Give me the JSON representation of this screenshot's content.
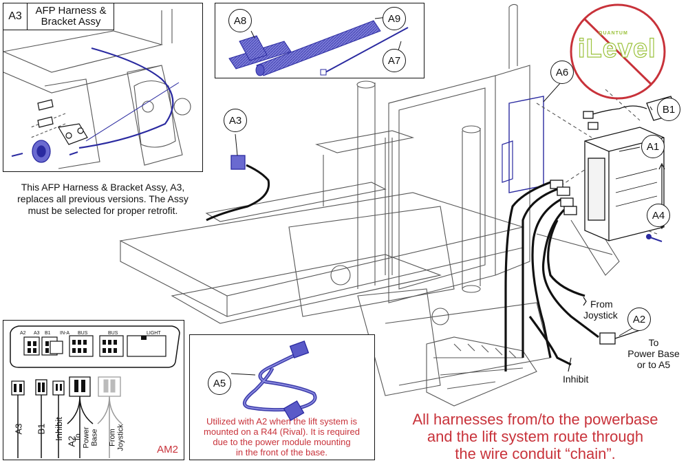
{
  "inset_a3": {
    "code": "A3",
    "title_line1": "AFP Harness &",
    "title_line2": "Bracket Assy",
    "note_line1": "This AFP Harness & Bracket Assy, A3,",
    "note_line2": "replaces all previous versions. The Assy",
    "note_line3": "must be selected for proper retrofit."
  },
  "callouts": {
    "a1": "A1",
    "a2": "A2",
    "a3": "A3",
    "a4": "A4",
    "a5": "A5",
    "a6": "A6",
    "a7": "A7",
    "a8": "A8",
    "a9": "A9",
    "b1": "B1"
  },
  "logo": {
    "brand_small": "QUANTUM",
    "brand_main": "iLevel"
  },
  "labels": {
    "from_joystick_1": "From",
    "from_joystick_2": "Joystick",
    "to_power_1": "To",
    "to_power_2": "Power Base",
    "to_power_3": "or to A5",
    "inhibit": "Inhibit"
  },
  "am2_inset": {
    "module_code": "AM2",
    "port_labels": [
      "A2",
      "A3",
      "B1",
      "IN-A",
      "BUS",
      "BUS",
      "LIGHT"
    ],
    "connector_labels": [
      "A3",
      "B1",
      "Inhibit",
      "A2",
      "To Power Base",
      "From Joystick"
    ]
  },
  "a5_inset": {
    "code": "A5",
    "note_line1": "Utilized with A2 when the lift system is",
    "note_line2": "mounted on a R44 (Rival). It is required",
    "note_line3": "due to the power module mounting",
    "note_line4": "in the front of the base."
  },
  "footer": {
    "line1": "All harnesses from/to the powerbase",
    "line2": "and the lift system route through",
    "line3": "the wire conduit “chain”."
  },
  "colors": {
    "accent_red": "#c8323a",
    "harness_blue": "#2a2aa0",
    "kit_blue": "#5a5ac8",
    "logo_green": "#9bc23c"
  }
}
